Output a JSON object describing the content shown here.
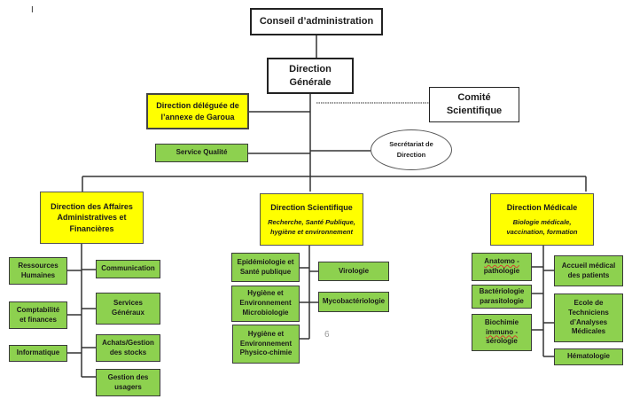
{
  "top_mark": "I",
  "page_number": "6",
  "colors": {
    "top_level_fill": "#ffffff",
    "direction_fill": "#ffff00",
    "service_fill": "#8dd14f",
    "line": "#333333"
  },
  "nodes": {
    "conseil": {
      "label": "Conseil d’administration"
    },
    "direction_generale": {
      "line1": "Direction",
      "line2": "Générale"
    },
    "direction_deleguee": {
      "line1": "Direction déléguée de",
      "line2": "l’annexe de Garoua"
    },
    "comite": {
      "line1": "Comité",
      "line2": "Scientifique"
    },
    "service_qualite": {
      "label": "Service Qualité"
    },
    "secretariat": {
      "line1": "Secrétariat de",
      "line2": "Direction"
    },
    "daaf": {
      "line1": "Direction des Affaires",
      "line2": "Administratives et",
      "line3": "Financières"
    },
    "dir_scientifique": {
      "title": "Direction Scientifique",
      "sub1": "Recherche, Santé Publique,",
      "sub2": "hygiène et environnement"
    },
    "dir_medicale": {
      "title": "Direction Médicale",
      "sub1": "Biologie médicale,",
      "sub2": "vaccination, formation"
    }
  },
  "daaf_services": {
    "left": [
      {
        "line1": "Ressources",
        "line2": "Humaines"
      },
      {
        "line1": "Comptabilité",
        "line2": "et finances"
      },
      {
        "line1": "Informatique",
        "line2": ""
      }
    ],
    "right": [
      {
        "line1": "Communication",
        "line2": ""
      },
      {
        "line1": "Services",
        "line2": "Généraux"
      },
      {
        "line1": "Achats/Gestion",
        "line2": "des stocks"
      },
      {
        "line1": "Gestion des",
        "line2": "usagers"
      }
    ]
  },
  "scientifique_services": {
    "left": [
      {
        "line1": "Epidémiologie et",
        "line2": "Santé publique",
        "line3": ""
      },
      {
        "line1": "Hygiène et",
        "line2": "Environnement",
        "line3": "Microbiologie"
      },
      {
        "line1": "Hygiène et",
        "line2": "Environnement",
        "line3": "Physico-chimie"
      }
    ],
    "right": [
      {
        "line1": "Virologie"
      },
      {
        "line1": "Mycobactériologie"
      }
    ]
  },
  "medicale_services": {
    "left": [
      {
        "line1": "Anatomo -",
        "line2": "pathologie",
        "line3": ""
      },
      {
        "line1": "Bactériologie",
        "line2": "parasitologie",
        "line3": ""
      },
      {
        "line1": "Biochimie",
        "line2": "immuno -",
        "line3": "sérologie"
      }
    ],
    "right": [
      {
        "line1": "Accueil médical",
        "line2": "des patients",
        "line3": "",
        "line4": ""
      },
      {
        "line1": "Ecole de",
        "line2": "Techniciens",
        "line3": "d’Analyses",
        "line4": "Médicales"
      },
      {
        "line1": "Hématologie",
        "line2": "",
        "line3": "",
        "line4": ""
      }
    ]
  }
}
